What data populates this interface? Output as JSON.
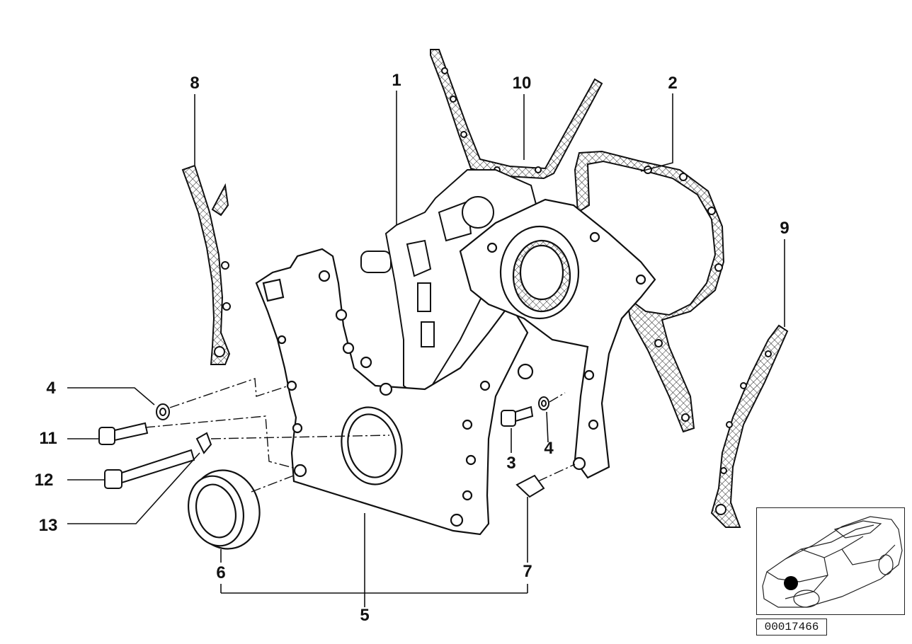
{
  "diagram": {
    "callouts": [
      {
        "id": "8",
        "label": "8"
      },
      {
        "id": "1",
        "label": "1"
      },
      {
        "id": "10",
        "label": "10"
      },
      {
        "id": "2",
        "label": "2"
      },
      {
        "id": "9",
        "label": "9"
      },
      {
        "id": "4a",
        "label": "4"
      },
      {
        "id": "11",
        "label": "11"
      },
      {
        "id": "12",
        "label": "12"
      },
      {
        "id": "13",
        "label": "13"
      },
      {
        "id": "3",
        "label": "3"
      },
      {
        "id": "4b",
        "label": "4"
      },
      {
        "id": "6",
        "label": "6"
      },
      {
        "id": "7",
        "label": "7"
      },
      {
        "id": "5",
        "label": "5"
      }
    ],
    "reference_number": "00017466",
    "inset": {
      "icon": "car-location-icon",
      "marker_color": "#000000"
    }
  }
}
